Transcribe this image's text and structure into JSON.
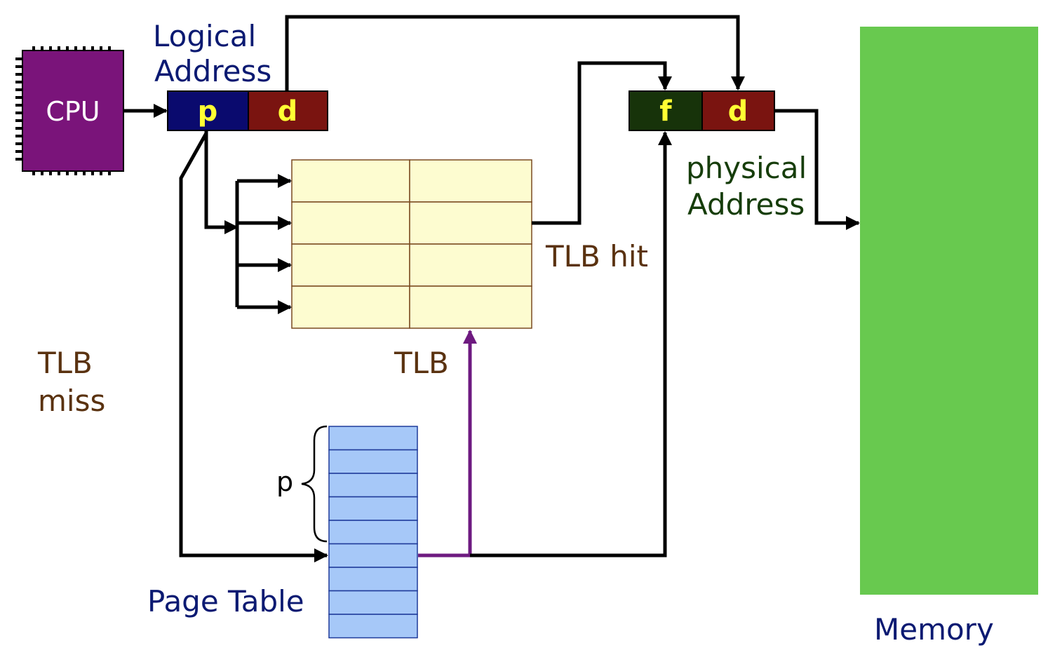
{
  "cpu": {
    "label": "CPU",
    "color": "#7a147a"
  },
  "logical_address": {
    "label_line1": "Logical",
    "label_line2": "Address",
    "page_field": "p",
    "offset_field": "d",
    "page_color": "#0a0a6e",
    "offset_color": "#7a1410"
  },
  "physical_address": {
    "label_line1": "physical",
    "label_line2": "Address",
    "frame_field": "f",
    "offset_field": "d",
    "frame_color": "#17330a",
    "offset_color": "#7a1410"
  },
  "tlb": {
    "label": "TLB",
    "rows": 4,
    "cols": 2,
    "fill": "#fdfcd0"
  },
  "tlb_hit_label": "TLB hit",
  "tlb_miss": {
    "line1": "TLB",
    "line2": "miss"
  },
  "page_table": {
    "label": "Page Table",
    "rows": 9,
    "fill": "#a6c8f8",
    "brace_label": "p"
  },
  "memory": {
    "label": "Memory",
    "fill": "#68c94f"
  },
  "colors": {
    "navy_text": "#0b1a72",
    "green_text": "#163d0a",
    "brown_text": "#5a3210",
    "purple_wire": "#6e1a80"
  }
}
